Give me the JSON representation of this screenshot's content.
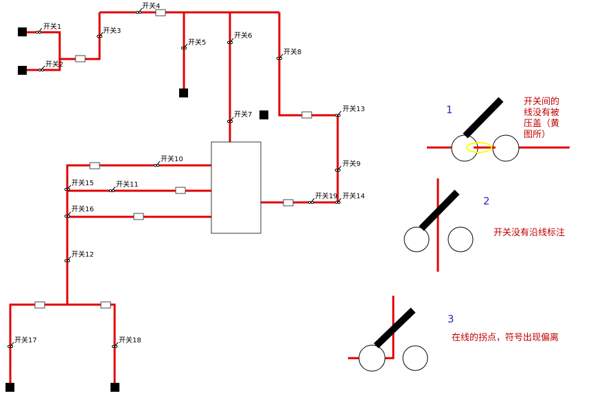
{
  "colors": {
    "wire": "#e00000",
    "device": "#000000",
    "highlight": "#ffff00",
    "number": "#2a2ab0",
    "note": "#c00000"
  },
  "switch_labels": {
    "s1": "开关1",
    "s2": "开关2",
    "s3": "开关3",
    "s4": "开关4",
    "s5": "开关5",
    "s6": "开关6",
    "s7": "开关7",
    "s8": "开关8",
    "s9": "开关9",
    "s10": "开关10",
    "s11": "开关11",
    "s12": "开关12",
    "s13": "开关13",
    "s14": "开关14",
    "s15": "开关15",
    "s16": "开关16",
    "s17": "开关17",
    "s18": "开关18",
    "s19": "开关19"
  },
  "issues": [
    {
      "number": "1",
      "note_lines": [
        "开关间的",
        "线没有被",
        "压盖（黄",
        "图所）"
      ]
    },
    {
      "number": "2",
      "note_lines": [
        "开关没有沿线标注"
      ]
    },
    {
      "number": "3",
      "note_lines": [
        "在线的拐点，符号出现偏离"
      ]
    }
  ]
}
